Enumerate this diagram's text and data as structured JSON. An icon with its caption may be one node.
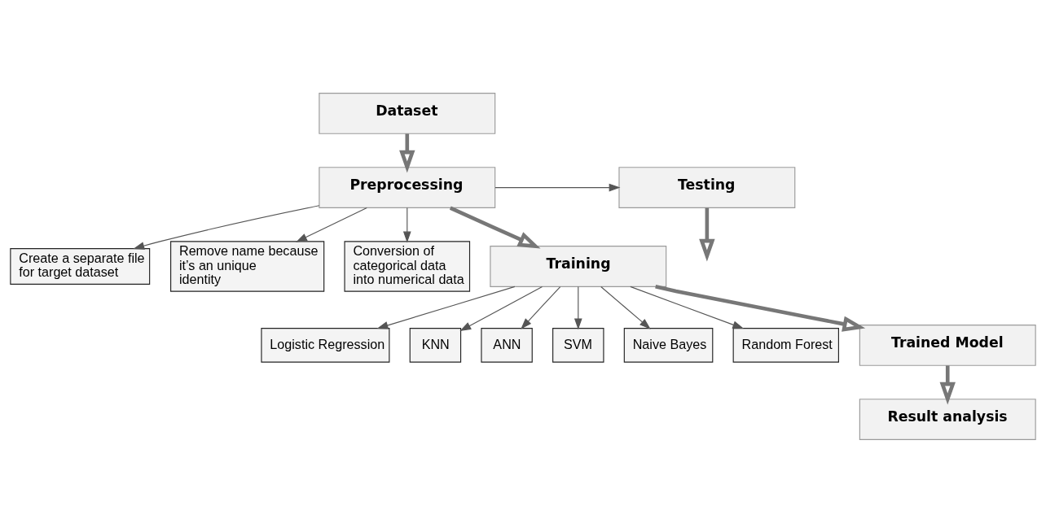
{
  "diagram": {
    "nodes": [
      {
        "text": [
          "Dataset"
        ]
      },
      {
        "text": [
          "Preprocessing"
        ]
      },
      {
        "text": [
          "Create a separate file for target dataset"
        ]
      },
      {
        "text": [
          "Remove name because it’s an unique identity"
        ]
      },
      {
        "text": [
          "Conversion of categorical data into numerical data"
        ]
      },
      {
        "text": [
          "Training"
        ]
      },
      {
        "text": [
          "Logistic Regression"
        ]
      },
      {
        "text": [
          "KNN"
        ]
      },
      {
        "text": [
          "ANN"
        ]
      },
      {
        "text": [
          "SVM"
        ]
      },
      {
        "text": [
          "Naive Bayes"
        ]
      },
      {
        "text": [
          "Random Forest"
        ]
      },
      {
        "text": [
          "Trained Model"
        ]
      },
      {
        "text": [
          "Result analysis"
        ]
      },
      {
        "text": [
          "Testing"
        ]
      }
    ],
    "edges": [
      {
        "from": 0,
        "to": 1,
        "arrow": "to",
        "style": "thick"
      },
      {
        "from": 1,
        "to": 2,
        "arrow": "to"
      },
      {
        "from": 1,
        "to": 3,
        "arrow": "to"
      },
      {
        "from": 1,
        "to": 4,
        "arrow": "to"
      },
      {
        "from": 1,
        "to": 14,
        "arrow": "to"
      },
      {
        "from": 1,
        "to": 5,
        "arrow": "to",
        "style": "thick"
      },
      {
        "from": 5,
        "to": 6,
        "arrow": "to"
      },
      {
        "from": 5,
        "to": 7,
        "arrow": "to"
      },
      {
        "from": 5,
        "to": 8,
        "arrow": "to"
      },
      {
        "from": 5,
        "to": 9,
        "arrow": "to"
      },
      {
        "from": 5,
        "to": 10,
        "arrow": "to"
      },
      {
        "from": 5,
        "to": 11,
        "arrow": "to"
      },
      {
        "from": 5,
        "to": 12,
        "arrow": "to",
        "style": "thick"
      },
      {
        "from": 12,
        "to": 13,
        "arrow": "to",
        "style": "thick"
      },
      {
        "from": 14,
        "to": null,
        "arrow": "to",
        "style": "thick"
      }
    ]
  }
}
